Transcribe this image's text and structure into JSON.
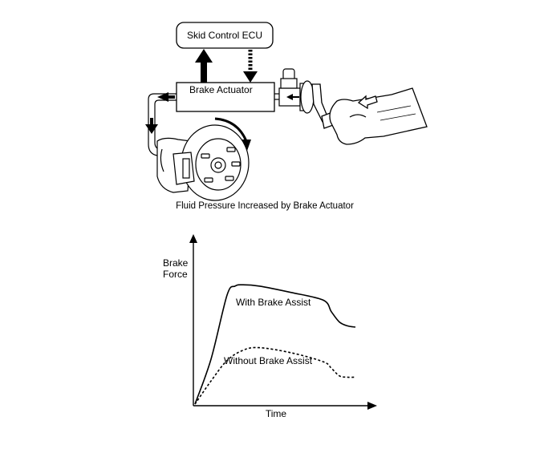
{
  "diagram": {
    "ecu_label": "Skid Control ECU",
    "actuator_label": "Brake Actuator",
    "caption": "Fluid Pressure Increased by Brake Actuator"
  },
  "chart": {
    "ylabel_line1": "Brake",
    "ylabel_line2": "Force",
    "xlabel": "Time",
    "with_label": "With Brake Assist",
    "without_label": "Without Brake Assist"
  },
  "chart_data": {
    "type": "line",
    "xlabel": "Time",
    "ylabel": "Brake Force",
    "grid": false,
    "series": [
      {
        "name": "With Brake Assist",
        "style": "solid",
        "x": [
          0,
          0.1,
          0.2,
          0.25,
          0.3,
          0.4,
          0.6,
          0.8,
          0.85,
          0.9,
          0.95,
          1.0
        ],
        "y": [
          0,
          0.35,
          0.85,
          0.92,
          0.93,
          0.92,
          0.87,
          0.81,
          0.72,
          0.64,
          0.61,
          0.6
        ]
      },
      {
        "name": "Without Brake Assist",
        "style": "dashed",
        "x": [
          0,
          0.1,
          0.2,
          0.3,
          0.4,
          0.6,
          0.8,
          0.85,
          0.9,
          0.95,
          1.0
        ],
        "y": [
          0,
          0.18,
          0.34,
          0.42,
          0.44,
          0.4,
          0.33,
          0.28,
          0.22,
          0.21,
          0.21
        ]
      }
    ]
  }
}
